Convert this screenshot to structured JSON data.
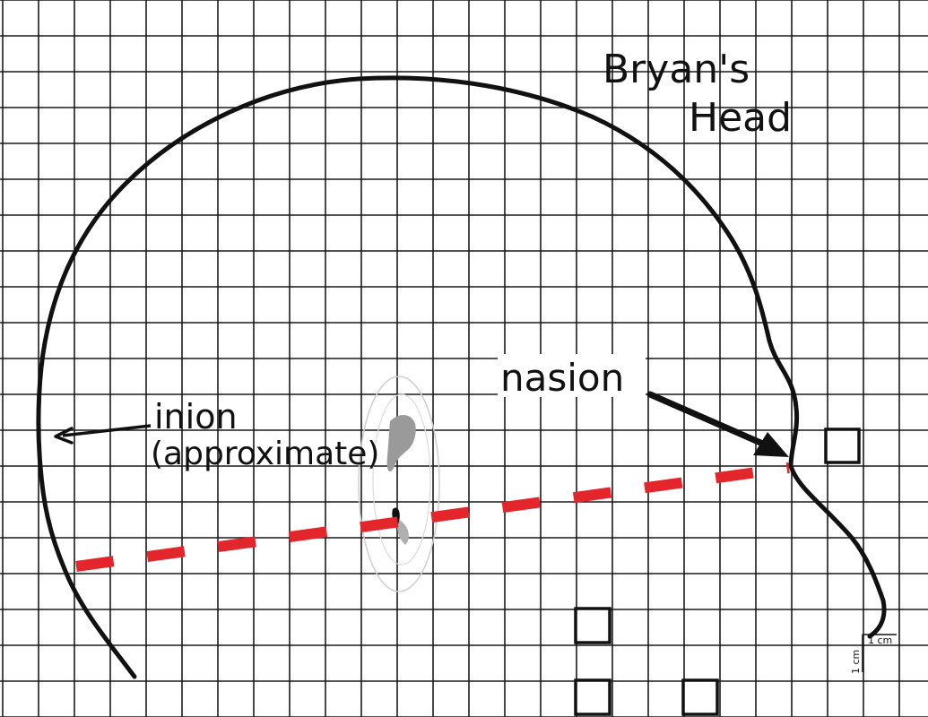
{
  "title": {
    "line1": "Bryan's",
    "line2": "Head"
  },
  "labels": {
    "inion": "inion",
    "inion_note": "(approximate)",
    "nasion": "nasion"
  },
  "scale": {
    "horizontal": "1 cm",
    "vertical": "1 cm"
  },
  "colors": {
    "grid": "#1a1a1a",
    "outline": "#111111",
    "reference_line": "#e3262b",
    "ear": "#9a9a9a"
  }
}
